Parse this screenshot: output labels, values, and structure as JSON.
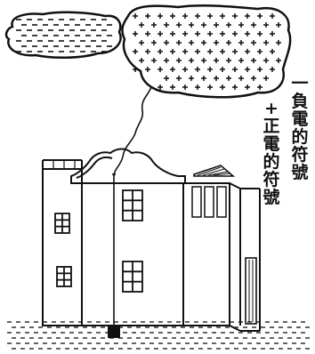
{
  "legend": {
    "negative_symbol": "一",
    "negative_text": [
      "負",
      "電",
      "的",
      "符",
      "號"
    ],
    "positive_symbol": "+",
    "positive_text": [
      "正",
      "電",
      "的",
      "符",
      "號"
    ]
  },
  "colors": {
    "ink": "#111111",
    "paper": "#ffffff"
  },
  "icons": {
    "left_cloud": "negative-charge-cloud",
    "right_cloud": "positive-charge-cloud",
    "house": "house-with-lightning-rod"
  }
}
